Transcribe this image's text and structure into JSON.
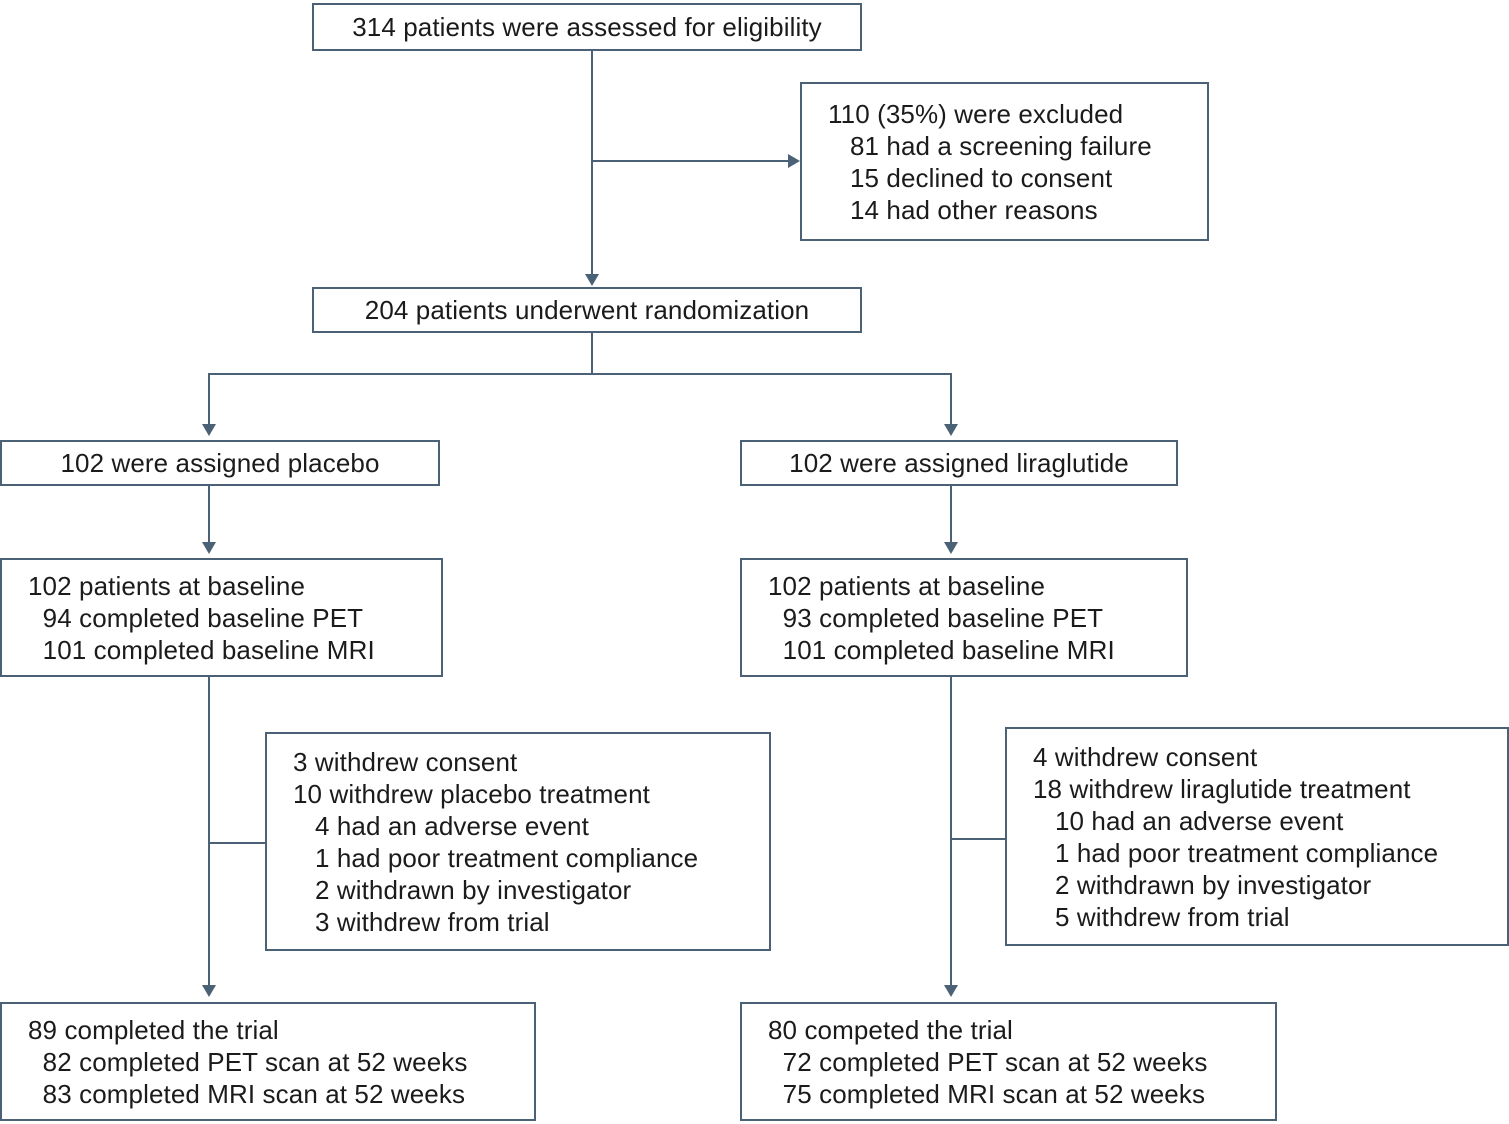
{
  "diagram": {
    "type": "consort-flow-diagram",
    "title": "CONSORT patient flow diagram",
    "line_color": "#4a6176",
    "box_background": "#ffffff",
    "text_color": "#1b1b1b"
  },
  "nodes": {
    "assessed": {
      "lines": [
        "314 patients were assessed for eligibility"
      ]
    },
    "excluded": {
      "lines": [
        "110 (35%) were excluded",
        "   81 had a screening failure",
        "   15 declined to consent",
        "   14 had other reasons"
      ]
    },
    "randomized": {
      "lines": [
        "204 patients underwent randomization"
      ]
    },
    "assigned_placebo": {
      "lines": [
        "102 were assigned placebo"
      ]
    },
    "assigned_liraglutide": {
      "lines": [
        "102 were assigned liraglutide"
      ]
    },
    "baseline_placebo": {
      "lines": [
        "102 patients at baseline",
        "  94 completed baseline PET",
        "  101 completed baseline MRI"
      ]
    },
    "baseline_liraglutide": {
      "lines": [
        "102 patients at baseline",
        "  93 completed baseline PET",
        "  101 completed baseline MRI"
      ]
    },
    "withdrawals_placebo": {
      "lines": [
        "3 withdrew consent",
        "10 withdrew placebo treatment",
        "   4 had an adverse event",
        "   1 had poor treatment compliance",
        "   2 withdrawn by investigator",
        "   3 withdrew from trial"
      ]
    },
    "withdrawals_liraglutide": {
      "lines": [
        "4 withdrew consent",
        "18 withdrew liraglutide treatment",
        "   10 had an adverse event",
        "   1 had poor treatment compliance",
        "   2 withdrawn by investigator",
        "   5 withdrew from trial"
      ]
    },
    "completed_placebo": {
      "lines": [
        "89 completed the trial",
        "  82 completed PET scan at 52 weeks",
        "  83 completed MRI scan at 52 weeks"
      ]
    },
    "completed_liraglutide": {
      "lines": [
        "80 competed the trial",
        "  72 completed PET scan at 52 weeks",
        "  75 completed MRI scan at 52 weeks"
      ]
    }
  },
  "chart_data": {
    "type": "diagram",
    "title": "CONSORT patient flow diagram",
    "stages": [
      {
        "stage": "assessed for eligibility",
        "n": 314
      },
      {
        "stage": "excluded",
        "n": 110,
        "percent": 35,
        "reasons": [
          {
            "label": "had a screening failure",
            "n": 81
          },
          {
            "label": "declined to consent",
            "n": 15
          },
          {
            "label": "had other reasons",
            "n": 14
          }
        ]
      },
      {
        "stage": "underwent randomization",
        "n": 204
      }
    ],
    "arms": [
      {
        "name": "placebo",
        "assigned": 102,
        "baseline": {
          "patients": 102,
          "pet": 94,
          "mri": 101
        },
        "withdrawals": {
          "withdrew_consent": 3,
          "withdrew_treatment": 10,
          "adverse_event": 4,
          "poor_compliance": 1,
          "withdrawn_by_investigator": 2,
          "withdrew_from_trial": 3
        },
        "completed": {
          "trial": 89,
          "pet_52w": 82,
          "mri_52w": 83
        }
      },
      {
        "name": "liraglutide",
        "assigned": 102,
        "baseline": {
          "patients": 102,
          "pet": 93,
          "mri": 101
        },
        "withdrawals": {
          "withdrew_consent": 4,
          "withdrew_treatment": 18,
          "adverse_event": 10,
          "poor_compliance": 1,
          "withdrawn_by_investigator": 2,
          "withdrew_from_trial": 5
        },
        "completed": {
          "trial": 80,
          "pet_52w": 72,
          "mri_52w": 75
        }
      }
    ]
  }
}
